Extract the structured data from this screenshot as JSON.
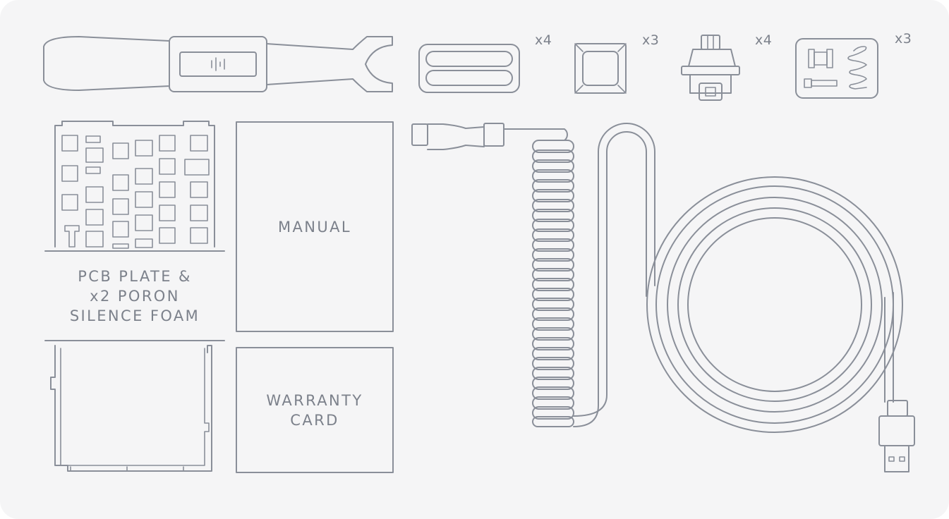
{
  "items": {
    "screwdriver": {},
    "stabilizer": {
      "quantity": "x4"
    },
    "keycap": {
      "quantity": "x3"
    },
    "switch": {
      "quantity": "x4"
    },
    "spare_parts_kit": {
      "quantity": "x3"
    },
    "pcb_plate": {
      "label_lines": [
        "PCB PLATE &",
        "x2 PORON",
        "SILENCE FOAM"
      ]
    },
    "manual": {
      "label": "MANUAL"
    },
    "warranty_card": {
      "label_lines": [
        "WARRANTY",
        "CARD"
      ]
    },
    "coiled_cable": {}
  },
  "colors": {
    "background": "#f5f5f6",
    "line": "#8a8f99",
    "text": "#7c818b"
  }
}
